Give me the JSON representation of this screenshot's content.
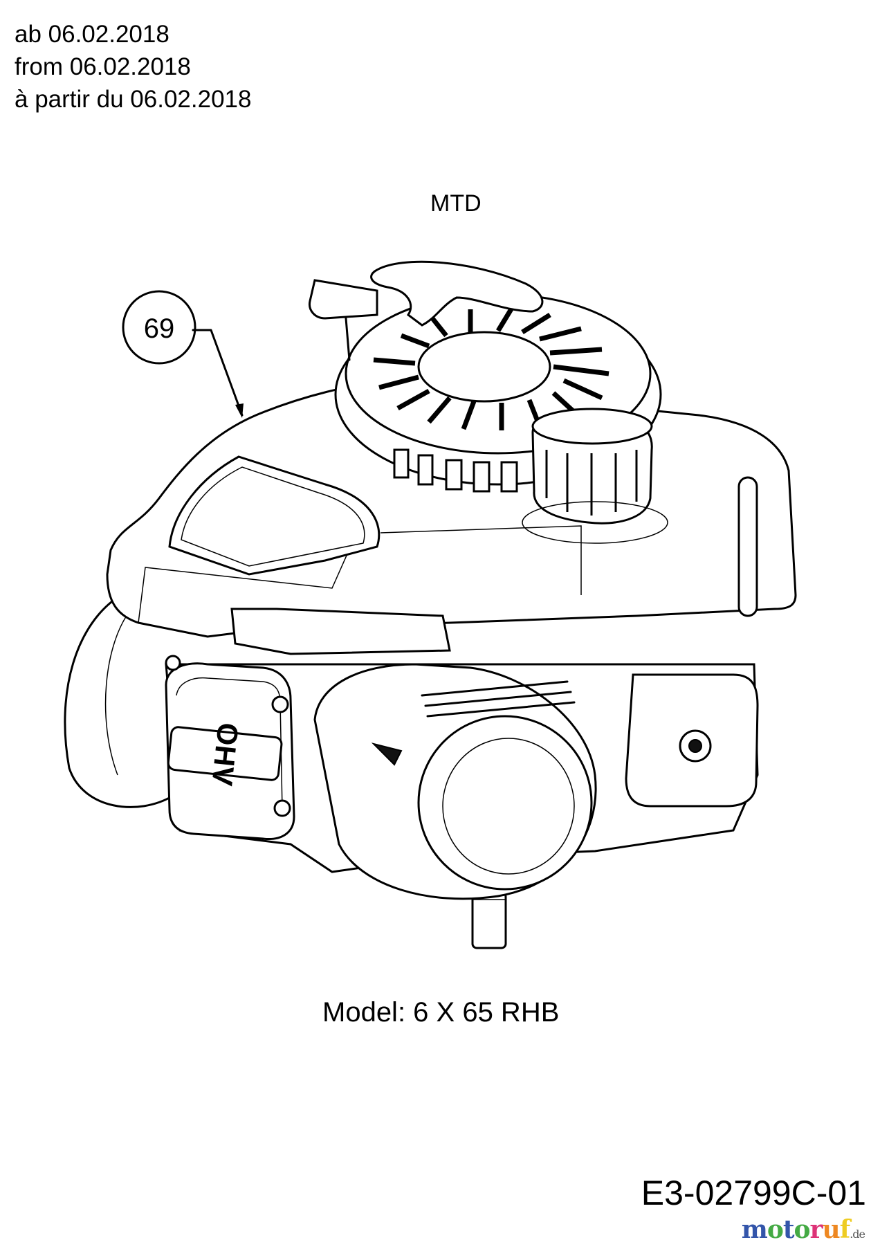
{
  "header": {
    "lines": [
      "ab 06.02.2018",
      "from 06.02.2018",
      "à partir du 06.02.2018"
    ]
  },
  "brand": "MTD",
  "callout": {
    "number": "69"
  },
  "engine": {
    "valve_cover_text": "OHV"
  },
  "model": "Model: 6 X 65 RHB",
  "drawing_code": "E3-02799C-01",
  "watermark": {
    "name": "motoruf",
    ".de": ".de",
    "colors": [
      "#3355aa",
      "#44aa44",
      "#dd3377",
      "#ee8822",
      "#eecc22"
    ]
  }
}
